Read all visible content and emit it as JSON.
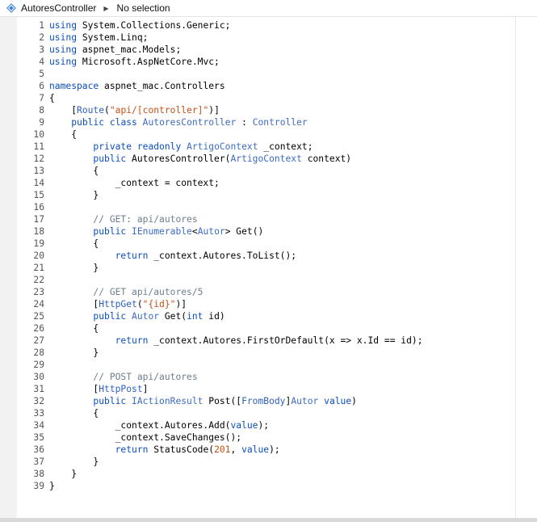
{
  "jumpbar": {
    "file_name": "AutoresController",
    "selection": "No selection"
  },
  "colors": {
    "keyword": "#0b4fbd",
    "type": "#3c6bc4",
    "comment": "#6d7f8c",
    "string": "#c65014",
    "number": "#c65014"
  },
  "editor": {
    "lines": [
      {
        "n": "1",
        "tokens": [
          {
            "t": "kw",
            "v": "using"
          },
          {
            "t": "",
            "v": " System.Collections.Generic;"
          }
        ]
      },
      {
        "n": "2",
        "tokens": [
          {
            "t": "kw",
            "v": "using"
          },
          {
            "t": "",
            "v": " System.Linq;"
          }
        ]
      },
      {
        "n": "3",
        "tokens": [
          {
            "t": "kw",
            "v": "using"
          },
          {
            "t": "",
            "v": " aspnet_mac.Models;"
          }
        ]
      },
      {
        "n": "4",
        "tokens": [
          {
            "t": "kw",
            "v": "using"
          },
          {
            "t": "",
            "v": " Microsoft.AspNetCore.Mvc;"
          }
        ]
      },
      {
        "n": "5",
        "tokens": []
      },
      {
        "n": "6",
        "tokens": [
          {
            "t": "kw",
            "v": "namespace"
          },
          {
            "t": "",
            "v": " aspnet_mac.Controllers"
          }
        ]
      },
      {
        "n": "7",
        "tokens": [
          {
            "t": "",
            "v": "{"
          }
        ]
      },
      {
        "n": "8",
        "tokens": [
          {
            "t": "",
            "v": "    ["
          },
          {
            "t": "at",
            "v": "Route"
          },
          {
            "t": "",
            "v": "("
          },
          {
            "t": "st",
            "v": "\"api/[controller]\""
          },
          {
            "t": "",
            "v": ")]"
          }
        ]
      },
      {
        "n": "9",
        "tokens": [
          {
            "t": "",
            "v": "    "
          },
          {
            "t": "kw",
            "v": "public"
          },
          {
            "t": "",
            "v": " "
          },
          {
            "t": "kw",
            "v": "class"
          },
          {
            "t": "",
            "v": " "
          },
          {
            "t": "ty",
            "v": "AutoresController"
          },
          {
            "t": "",
            "v": " : "
          },
          {
            "t": "ty",
            "v": "Controller"
          }
        ]
      },
      {
        "n": "10",
        "tokens": [
          {
            "t": "",
            "v": "    {"
          }
        ]
      },
      {
        "n": "11",
        "tokens": [
          {
            "t": "",
            "v": "        "
          },
          {
            "t": "kw",
            "v": "private"
          },
          {
            "t": "",
            "v": " "
          },
          {
            "t": "kw",
            "v": "readonly"
          },
          {
            "t": "",
            "v": " "
          },
          {
            "t": "ty",
            "v": "ArtigoContext"
          },
          {
            "t": "",
            "v": " _context;"
          }
        ]
      },
      {
        "n": "12",
        "tokens": [
          {
            "t": "",
            "v": "        "
          },
          {
            "t": "kw",
            "v": "public"
          },
          {
            "t": "",
            "v": " AutoresController("
          },
          {
            "t": "ty",
            "v": "ArtigoContext"
          },
          {
            "t": "",
            "v": " context)"
          }
        ]
      },
      {
        "n": "13",
        "tokens": [
          {
            "t": "",
            "v": "        {"
          }
        ]
      },
      {
        "n": "14",
        "tokens": [
          {
            "t": "",
            "v": "            _context = context;"
          }
        ]
      },
      {
        "n": "15",
        "tokens": [
          {
            "t": "",
            "v": "        }"
          }
        ]
      },
      {
        "n": "16",
        "tokens": []
      },
      {
        "n": "17",
        "tokens": [
          {
            "t": "",
            "v": "        "
          },
          {
            "t": "cm",
            "v": "// GET: api/autores"
          }
        ]
      },
      {
        "n": "18",
        "tokens": [
          {
            "t": "",
            "v": "        "
          },
          {
            "t": "kw",
            "v": "public"
          },
          {
            "t": "",
            "v": " "
          },
          {
            "t": "ty",
            "v": "IEnumerable"
          },
          {
            "t": "",
            "v": "<"
          },
          {
            "t": "ty",
            "v": "Autor"
          },
          {
            "t": "",
            "v": "> Get()"
          }
        ]
      },
      {
        "n": "19",
        "tokens": [
          {
            "t": "",
            "v": "        {"
          }
        ]
      },
      {
        "n": "20",
        "tokens": [
          {
            "t": "",
            "v": "            "
          },
          {
            "t": "kw",
            "v": "return"
          },
          {
            "t": "",
            "v": " _context.Autores.ToList();"
          }
        ]
      },
      {
        "n": "21",
        "tokens": [
          {
            "t": "",
            "v": "        }"
          }
        ]
      },
      {
        "n": "22",
        "tokens": []
      },
      {
        "n": "23",
        "tokens": [
          {
            "t": "",
            "v": "        "
          },
          {
            "t": "cm",
            "v": "// GET api/autores/5"
          }
        ]
      },
      {
        "n": "24",
        "tokens": [
          {
            "t": "",
            "v": "        ["
          },
          {
            "t": "at",
            "v": "HttpGet"
          },
          {
            "t": "",
            "v": "("
          },
          {
            "t": "st",
            "v": "\"{id}\""
          },
          {
            "t": "",
            "v": ")]"
          }
        ]
      },
      {
        "n": "25",
        "tokens": [
          {
            "t": "",
            "v": "        "
          },
          {
            "t": "kw",
            "v": "public"
          },
          {
            "t": "",
            "v": " "
          },
          {
            "t": "ty",
            "v": "Autor"
          },
          {
            "t": "",
            "v": " Get("
          },
          {
            "t": "kw",
            "v": "int"
          },
          {
            "t": "",
            "v": " id)"
          }
        ]
      },
      {
        "n": "26",
        "tokens": [
          {
            "t": "",
            "v": "        {"
          }
        ]
      },
      {
        "n": "27",
        "tokens": [
          {
            "t": "",
            "v": "            "
          },
          {
            "t": "kw",
            "v": "return"
          },
          {
            "t": "",
            "v": " _context.Autores.FirstOrDefault(x => x.Id == id);"
          }
        ]
      },
      {
        "n": "28",
        "tokens": [
          {
            "t": "",
            "v": "        }"
          }
        ]
      },
      {
        "n": "29",
        "tokens": []
      },
      {
        "n": "30",
        "tokens": [
          {
            "t": "",
            "v": "        "
          },
          {
            "t": "cm",
            "v": "// POST api/autores"
          }
        ]
      },
      {
        "n": "31",
        "tokens": [
          {
            "t": "",
            "v": "        ["
          },
          {
            "t": "at",
            "v": "HttpPost"
          },
          {
            "t": "",
            "v": "]"
          }
        ]
      },
      {
        "n": "32",
        "tokens": [
          {
            "t": "",
            "v": "        "
          },
          {
            "t": "kw",
            "v": "public"
          },
          {
            "t": "",
            "v": " "
          },
          {
            "t": "ty",
            "v": "IActionResult"
          },
          {
            "t": "",
            "v": " Post(["
          },
          {
            "t": "at",
            "v": "FromBody"
          },
          {
            "t": "",
            "v": "]"
          },
          {
            "t": "ty",
            "v": "Autor"
          },
          {
            "t": "",
            "v": " "
          },
          {
            "t": "kw",
            "v": "value"
          },
          {
            "t": "",
            "v": ")"
          }
        ]
      },
      {
        "n": "33",
        "tokens": [
          {
            "t": "",
            "v": "        {"
          }
        ]
      },
      {
        "n": "34",
        "tokens": [
          {
            "t": "",
            "v": "            _context.Autores.Add("
          },
          {
            "t": "kw",
            "v": "value"
          },
          {
            "t": "",
            "v": ");"
          }
        ]
      },
      {
        "n": "35",
        "tokens": [
          {
            "t": "",
            "v": "            _context.SaveChanges();"
          }
        ]
      },
      {
        "n": "36",
        "tokens": [
          {
            "t": "",
            "v": "            "
          },
          {
            "t": "kw",
            "v": "return"
          },
          {
            "t": "",
            "v": " StatusCode("
          },
          {
            "t": "nu",
            "v": "201"
          },
          {
            "t": "",
            "v": ", "
          },
          {
            "t": "kw",
            "v": "value"
          },
          {
            "t": "",
            "v": ");"
          }
        ]
      },
      {
        "n": "37",
        "tokens": [
          {
            "t": "",
            "v": "        }"
          }
        ]
      },
      {
        "n": "38",
        "tokens": [
          {
            "t": "",
            "v": "    }"
          }
        ]
      },
      {
        "n": "39",
        "tokens": [
          {
            "t": "",
            "v": "}"
          }
        ]
      }
    ]
  }
}
